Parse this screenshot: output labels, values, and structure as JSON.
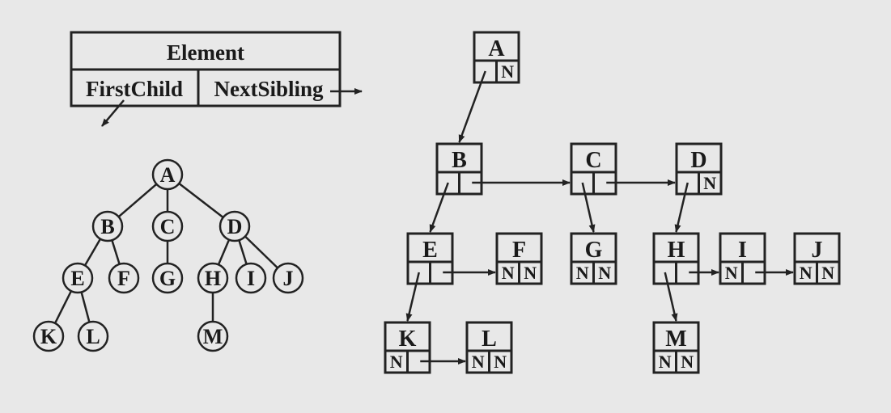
{
  "legend": {
    "title": "Element",
    "first_child": "FirstChild",
    "next_sibling": "NextSibling"
  },
  "tree_nodes": [
    {
      "id": "A",
      "label": "A"
    },
    {
      "id": "B",
      "label": "B"
    },
    {
      "id": "C",
      "label": "C"
    },
    {
      "id": "D",
      "label": "D"
    },
    {
      "id": "E",
      "label": "E"
    },
    {
      "id": "F",
      "label": "F"
    },
    {
      "id": "G",
      "label": "G"
    },
    {
      "id": "H",
      "label": "H"
    },
    {
      "id": "I",
      "label": "I"
    },
    {
      "id": "J",
      "label": "J"
    },
    {
      "id": "K",
      "label": "K"
    },
    {
      "id": "L",
      "label": "L"
    },
    {
      "id": "M",
      "label": "M"
    }
  ],
  "tree_edges": [
    [
      "A",
      "B"
    ],
    [
      "A",
      "C"
    ],
    [
      "A",
      "D"
    ],
    [
      "B",
      "E"
    ],
    [
      "B",
      "F"
    ],
    [
      "C",
      "G"
    ],
    [
      "D",
      "H"
    ],
    [
      "D",
      "I"
    ],
    [
      "D",
      "J"
    ],
    [
      "E",
      "K"
    ],
    [
      "E",
      "L"
    ],
    [
      "H",
      "M"
    ]
  ],
  "null_marker": "N",
  "list_nodes": [
    {
      "id": "A",
      "label": "A",
      "first_child": "B",
      "next_sibling": null
    },
    {
      "id": "B",
      "label": "B",
      "first_child": "E",
      "next_sibling": "C"
    },
    {
      "id": "C",
      "label": "C",
      "first_child": "G",
      "next_sibling": "D"
    },
    {
      "id": "D",
      "label": "D",
      "first_child": "H",
      "next_sibling": null
    },
    {
      "id": "E",
      "label": "E",
      "first_child": "K",
      "next_sibling": "F"
    },
    {
      "id": "F",
      "label": "F",
      "first_child": null,
      "next_sibling": null
    },
    {
      "id": "G",
      "label": "G",
      "first_child": null,
      "next_sibling": null
    },
    {
      "id": "H",
      "label": "H",
      "first_child": "M",
      "next_sibling": "I"
    },
    {
      "id": "I",
      "label": "I",
      "first_child": null,
      "next_sibling": "J"
    },
    {
      "id": "J",
      "label": "J",
      "first_child": null,
      "next_sibling": null
    },
    {
      "id": "K",
      "label": "K",
      "first_child": null,
      "next_sibling": "L"
    },
    {
      "id": "L",
      "label": "L",
      "first_child": null,
      "next_sibling": null
    },
    {
      "id": "M",
      "label": "M",
      "first_child": null,
      "next_sibling": null
    }
  ]
}
